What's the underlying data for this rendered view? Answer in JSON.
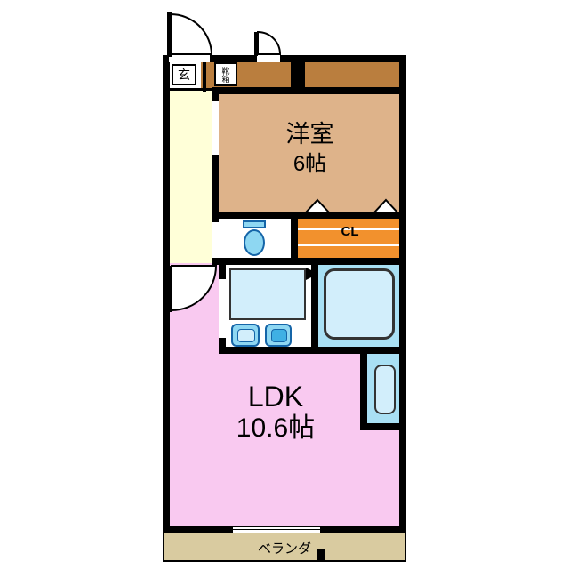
{
  "floorplan": {
    "rooms": {
      "genkan": {
        "label": "玄"
      },
      "shoebox": {
        "label": "靴箱"
      },
      "western_room": {
        "name": "洋室",
        "size": "6帖"
      },
      "closet": {
        "label": "CL"
      },
      "ldk": {
        "name": "LDK",
        "size": "10.6帖"
      },
      "veranda": {
        "label": "ベランダ"
      }
    },
    "icons": [
      "toilet-icon",
      "washroom-counter-icon",
      "basin-left-icon",
      "basin-right-icon",
      "bathtub-icon",
      "water-heater-icon",
      "entrance-door-arc",
      "interior-door-arc",
      "corridor-door-arc",
      "folding-door-marker",
      "door-direction-arrow",
      "window",
      "veranda-divider"
    ],
    "colors": {
      "wall": "#000000",
      "hallway": "#BA7E3E",
      "western_room": "#DEB38A",
      "kitchen_corridor": "#FFFFD8",
      "closet": "#F2912D",
      "ldk": "#F9C9F0",
      "bath_room": "#A9E0F4",
      "fixture_fill": "#8ED7F2",
      "fixture_light": "#D2EEFB",
      "fixture_border": "#1565A8",
      "veranda": "#D9CBA0"
    }
  }
}
